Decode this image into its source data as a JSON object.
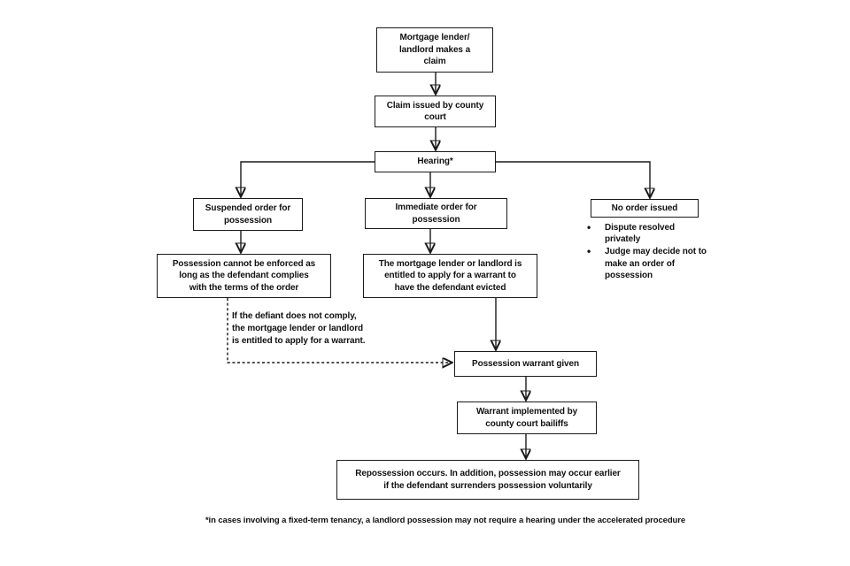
{
  "flowchart": {
    "nodes": [
      {
        "id": "claim-made",
        "label": "Mortgage lender/\nlandlord makes a\nclaim"
      },
      {
        "id": "claim-issued",
        "label": "Claim issued by county\ncourt"
      },
      {
        "id": "hearing",
        "label": "Hearing*"
      },
      {
        "id": "suspended-order",
        "label": "Suspended order for\npossession"
      },
      {
        "id": "immediate-order",
        "label": "Immediate order for\npossession"
      },
      {
        "id": "no-order",
        "label": "No order issued"
      },
      {
        "id": "possession-not-enforced",
        "label": "Possession cannot be enforced as\nlong as the defendant complies\nwith the terms of the order"
      },
      {
        "id": "entitled-to-warrant",
        "label": "The mortgage lender or landlord is\nentitled to apply for a warrant to\nhave the defendant evicted"
      },
      {
        "id": "warrant-given",
        "label": "Possession warrant given"
      },
      {
        "id": "warrant-implemented",
        "label": "Warrant implemented by\ncounty court bailiffs"
      },
      {
        "id": "repossession",
        "label": "Repossession occurs. In addition, possession may occur earlier\nif the defendant surrenders possession voluntarily"
      }
    ],
    "no_order_bullets": [
      "Dispute resolved privately",
      "Judge may decide not to make an order of possession"
    ],
    "dashed_note": "If the defiant does not comply,\nthe mortgage lender or landlord\nis entitled to apply for a warrant.",
    "footnote": "*in cases involving a fixed-term tenancy, a landlord possession may not require a hearing under the accelerated procedure",
    "colors": {
      "background": "#ffffff",
      "line": "#1a1a1a",
      "box_border": "#1a1a1a",
      "box_fill": "#ffffff",
      "text": "#111111"
    }
  }
}
